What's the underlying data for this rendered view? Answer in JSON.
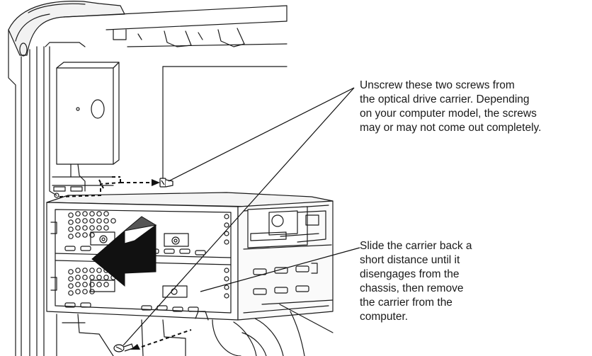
{
  "callouts": {
    "unscrew": {
      "lines": [
        "Unscrew these two screws from",
        "the optical drive carrier. Depending",
        "on your computer model, the screws",
        "may or may not come out completely."
      ]
    },
    "slide": {
      "lines": [
        "Slide the carrier back a",
        "short distance until it",
        "disengages from the",
        "chassis, then remove",
        "the carrier from the",
        "computer."
      ]
    }
  },
  "colors": {
    "line": "#1a1a1a",
    "arrow_fill": "#111111",
    "panel_fill": "#ffffff",
    "shade": "#e6e6e6"
  },
  "icons": [
    "screw-icon",
    "direction-arrow"
  ]
}
